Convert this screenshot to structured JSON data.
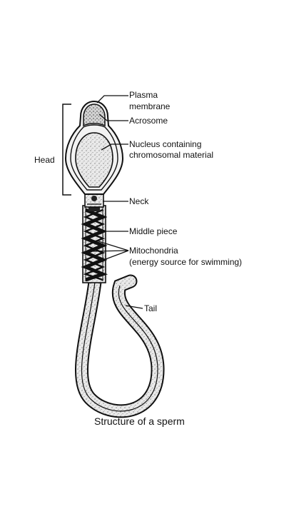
{
  "labels": {
    "plasma_membrane_1": "Plasma",
    "plasma_membrane_2": "membrane",
    "acrosome": "Acrosome",
    "nucleus_1": "Nucleus containing",
    "nucleus_2": "chromosomal material",
    "head": "Head",
    "neck": "Neck",
    "middle_piece": "Middle piece",
    "mitochondria_1": "Mitochondria",
    "mitochondria_2": "(energy source for swimming)",
    "tail": "Tail"
  },
  "caption": "Structure of a sperm"
}
